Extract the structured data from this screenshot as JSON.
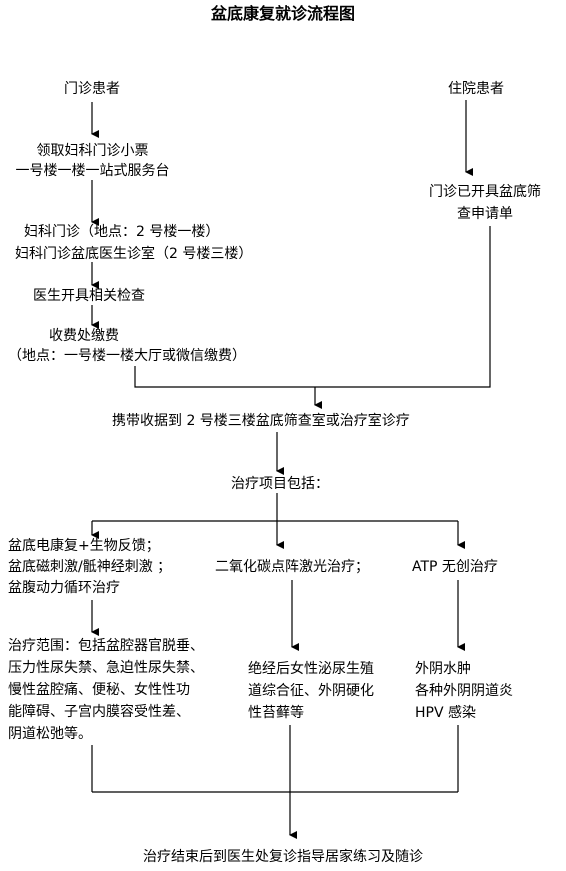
{
  "title": "盆底康复就诊流程图",
  "outpatient": {
    "label": "门诊患者",
    "step1": [
      "领取妇科门诊小票",
      "一号楼一楼一站式服务台"
    ],
    "step2": [
      "妇科门诊（地点：2 号楼一楼）",
      "妇科门诊盆底医生诊室（2 号楼三楼）"
    ],
    "step3": "医生开具相关检查",
    "step4": [
      "收费处缴费",
      "（地点：一号楼一楼大厅或微信缴费）"
    ]
  },
  "inpatient": {
    "label": "住院患者",
    "step1": [
      "门诊已开具盆底筛",
      "查申请单"
    ]
  },
  "merge": "携带收据到 2 号楼三楼盆底筛查室或治疗室诊疗",
  "treatment_header": "治疗项目包括：",
  "treatments": [
    {
      "name": [
        "盆底电康复+生物反馈；",
        "盆底磁刺激/骶神经刺激 ；",
        "盆腹动力循环治疗"
      ],
      "scope": [
        "治疗范围：包括盆腔器官脱垂、",
        "压力性尿失禁、急迫性尿失禁、",
        "慢性盆腔痛、便秘、女性性功",
        "能障碍、子宫内膜容受性差、",
        "阴道松弛等。"
      ]
    },
    {
      "name": [
        "二氧化碳点阵激光治疗；"
      ],
      "scope": [
        "绝经后女性泌尿生殖",
        "道综合征、外阴硬化",
        "性苔藓等"
      ]
    },
    {
      "name": [
        "ATP 无创治疗"
      ],
      "scope": [
        "外阴水肿",
        "各种外阴阴道炎",
        "HPV 感染"
      ]
    }
  ],
  "final": "治疗结束后到医生处复诊指导居家练习及随诊"
}
